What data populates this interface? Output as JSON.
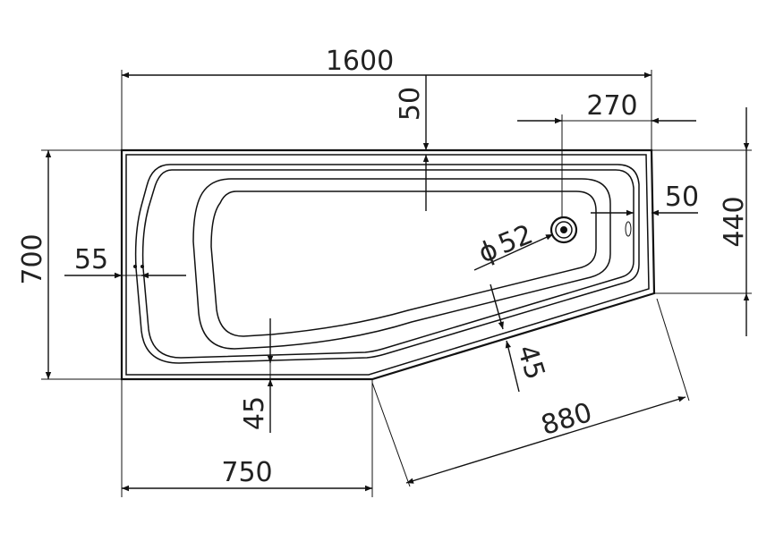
{
  "dimensions": {
    "overall_length": "1600",
    "rim_top": "50",
    "drain_offset": "270",
    "drain_side": "50",
    "short_width": "440",
    "overall_width": "700",
    "rim_left": "55",
    "drain_diameter": "52",
    "rim_bottom": "45",
    "rim_diagonal": "45",
    "diagonal_length": "880",
    "bottom_length": "750"
  },
  "symbols": {
    "diameter": "ϕ"
  },
  "colors": {
    "line": "#111111",
    "text": "#222222",
    "background": "#ffffff"
  }
}
